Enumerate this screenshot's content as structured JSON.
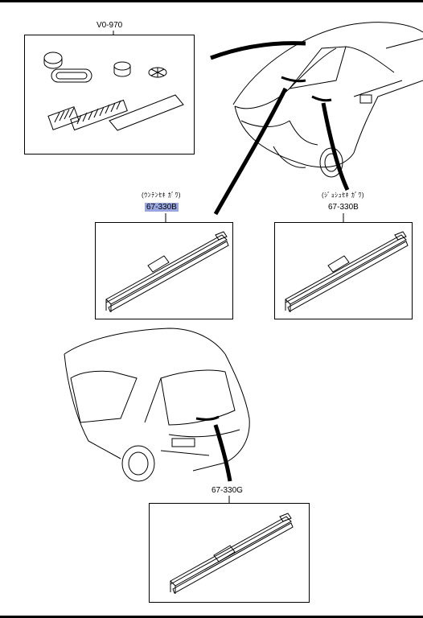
{
  "labels": {
    "kit": "V0-970",
    "front_driver_jp": "(ｳﾝﾃﾝｾｷ ｶﾞﾜ)",
    "front_driver_part": "67-330B",
    "front_pass_jp": "(ｼﾞｮｼｭｾｷ ｶﾞﾜ)",
    "front_pass_part": "67-330B",
    "rear_part": "67-330G"
  },
  "colors": {
    "ink": "#000000",
    "highlight": "#9aa6e0",
    "paper": "#ffffff"
  }
}
